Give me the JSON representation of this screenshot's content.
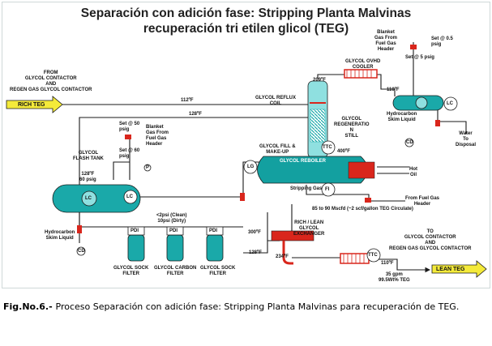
{
  "title": {
    "line1": "Separación con adición fase: Stripping Planta Malvinas",
    "line2": "recuperación tri etilen glicol (TEG)"
  },
  "labels": {
    "from_contactor": "FROM\nGLYCOL CONTACTOR\nAND\nREGEN GAS GLYCOL CONTACTOR",
    "rich_teg": "RICH TEG",
    "t_112": "112ºF",
    "t_128_top": "128ºF",
    "glycol_reflux_coil": "GLYCOL REFLUX\nCOIL",
    "t_209": "209ºF",
    "glycol_ovhd_cooler": "GLYCOL OVHD\nCOOLER",
    "t_110_top": "110ºF",
    "blanket_top": "Blanket\nGas From\nFuel Gas\nHeader",
    "set_05": "Set @ 0.5\npsig",
    "set_5": "Set @ 5 psig",
    "lc_right": "LC",
    "hc_skim_right": "Hydrocarbon\nSkim Liquid",
    "water_disposal": "Water\nTo\nDisposal",
    "cd_right": "CD",
    "glycol_regenerator_still": "GLYCOL\nREGENERATIO\nN\nSTILL",
    "ttc_top": "TTC",
    "t_400": "400ºF",
    "glycol_fill_makeup": "GLYCOL FILL &\nMAKE-UP",
    "glycol_reboiler": "GLYCOL REBOILER",
    "hot_oil": "Hot\nOil",
    "stripping_gas": "Stripping Gas",
    "fi": "FI",
    "from_fuel_gas_header": "From Fuel Gas\nHeader",
    "scf_note": "85 to 90 Mscfd (~2 scf/gallon TEG Circulate)",
    "set_50": "Set @ 50\npsig",
    "blanket_left": "Blanket\nGas From\nFuel Gas\nHeader",
    "set_60": "Set @ 60\npsig",
    "p_small": "P",
    "glycol_flash_tank": "GLYCOL\nFLASH TANK",
    "flash_conditions": "128ºF\n60 psig",
    "lc_flash": "LC",
    "lc_flash_side": "LC",
    "lg": "LG",
    "hc_skim_left": "Hydrocarbon\nSkim Liquid",
    "cd_left": "CD",
    "pdi": "PDI",
    "dp_note": "<2psi (Clean)\n10psi (Dirty)",
    "glycol_sock_filter_1": "GLYCOL SOCK\nFILTER",
    "glycol_carbon_filter": "GLYCOL CARBON\nFILTER",
    "glycol_sock_filter_2": "GLYCOL SOCK\nFILTER",
    "t_128_bottom": "128ºF",
    "t_300": "300ºF",
    "rich_lean_exchanger": "RICH / LEAN\nGLYCOL\nEXCHANGER",
    "t_234": "234ºF",
    "ttc_bottom": "TTC",
    "t_110_bottom": "110ºF",
    "to_contactor": "TO\nGLYCOL CONTACTOR\nAND\nREGEN GAS GLYCOL CONTACTOR",
    "lean_teg": "LEAN TEG",
    "flow_rate": "35 gpm\n99.5Wt% TEG"
  },
  "caption": {
    "label": "Fig.No.6.- ",
    "text": "Proceso Separación con adición fase: Stripping Planta Malvinas para recuperación de TEG."
  },
  "colors": {
    "vessel": "#1aa9a9",
    "vessel_light": "#8fe0e0",
    "reboiler": "#13a0a0",
    "exchanger_red": "#d9261c",
    "arrow_yellow": "#f4ea3a",
    "line": "#1a1a1a",
    "instrument_fill": "#ffffff"
  }
}
